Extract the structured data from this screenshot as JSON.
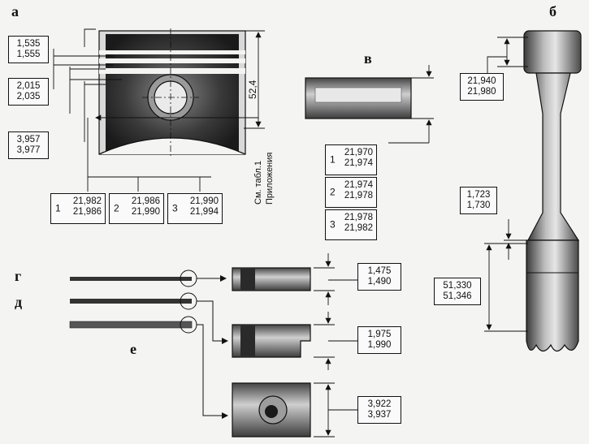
{
  "panels": {
    "a": "а",
    "b": "б",
    "v": "в",
    "g": "г",
    "d": "д",
    "e": "е"
  },
  "piston": {
    "ring_groove_1": [
      "1,535",
      "1,555"
    ],
    "ring_groove_2": [
      "2,015",
      "2,035"
    ],
    "ring_groove_3": [
      "3,957",
      "3,977"
    ],
    "height": "52,4",
    "reference_line1": "См. табл.1",
    "reference_line2": "Приложения",
    "pin_bore_classes": [
      {
        "n": "1",
        "values": [
          "21,982",
          "21,986"
        ]
      },
      {
        "n": "2",
        "values": [
          "21,986",
          "21,990"
        ]
      },
      {
        "n": "3",
        "values": [
          "21,990",
          "21,994"
        ]
      }
    ]
  },
  "pin": {
    "classes": [
      {
        "n": "1",
        "values": [
          "21,970",
          "21,974"
        ]
      },
      {
        "n": "2",
        "values": [
          "21,974",
          "21,978"
        ]
      },
      {
        "n": "3",
        "values": [
          "21,978",
          "21,982"
        ]
      }
    ]
  },
  "rod": {
    "small_end_bore": [
      "21,940",
      "21,980"
    ],
    "big_end_width": [
      "1,723",
      "1,730"
    ],
    "big_end_bore": [
      "51,330",
      "51,346"
    ]
  },
  "rings": {
    "ring_g": [
      "1,475",
      "1,490"
    ],
    "ring_d": [
      "1,975",
      "1,990"
    ],
    "ring_e": [
      "3,922",
      "3,937"
    ]
  }
}
